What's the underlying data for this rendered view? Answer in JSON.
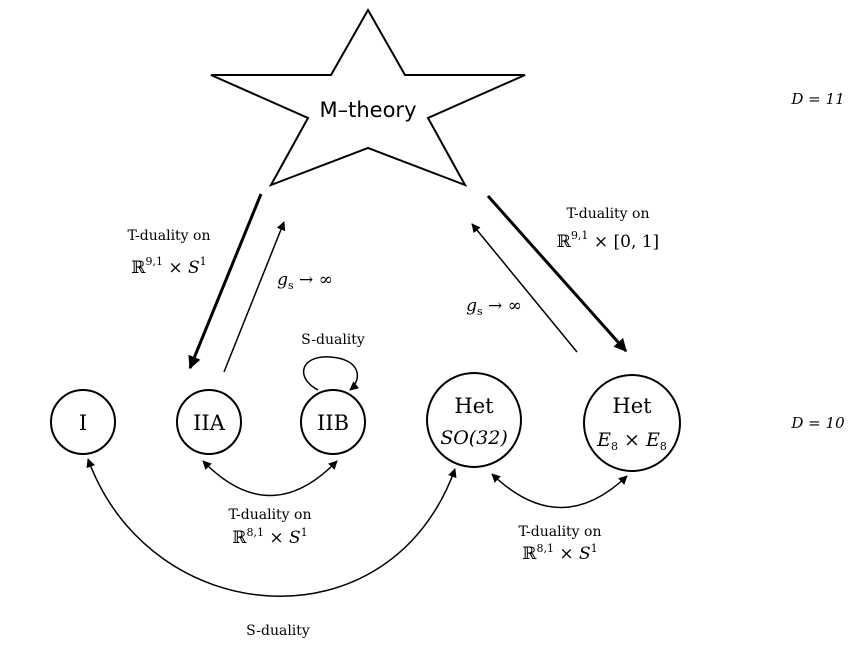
{
  "star": {
    "label": "M–theory"
  },
  "dimensions": {
    "d11": "D = 11",
    "d10": "D = 10"
  },
  "nodes": {
    "type_i": {
      "label": "I"
    },
    "iia": {
      "label": "IIA"
    },
    "iib": {
      "label": "IIB"
    },
    "het_so": {
      "line1": "Het",
      "line2": "SO(32)"
    },
    "het_e8": {
      "line1": "Het",
      "line2": "E",
      "line2_sub": "8",
      "line2_mid": " × E",
      "line2_sub2": "8"
    }
  },
  "edges": {
    "m_iia_tdual": {
      "label": "T-duality on",
      "math_base": "ℝ",
      "math_sup": "9,1",
      "math_rest": " × S",
      "math_sup2": "1"
    },
    "iia_m_coupling": {
      "math": "g",
      "sub": "s",
      "rest": " → ∞"
    },
    "het_m_coupling": {
      "math": "g",
      "sub": "s",
      "rest": " → ∞"
    },
    "m_het_tdual": {
      "label": "T-duality on",
      "math_base": "ℝ",
      "math_sup": "9,1",
      "math_rest": " × [0, 1]"
    },
    "iib_self": {
      "label": "S-duality"
    },
    "iia_iib": {
      "label": "T-duality on",
      "math_base": "ℝ",
      "math_sup": "8,1",
      "math_rest": " × S",
      "math_sup2": "1"
    },
    "het_het": {
      "label": "T-duality on",
      "math_base": "ℝ",
      "math_sup": "8,1",
      "math_rest": " × S",
      "math_sup2": "1"
    },
    "i_het": {
      "label": "S-duality"
    }
  }
}
